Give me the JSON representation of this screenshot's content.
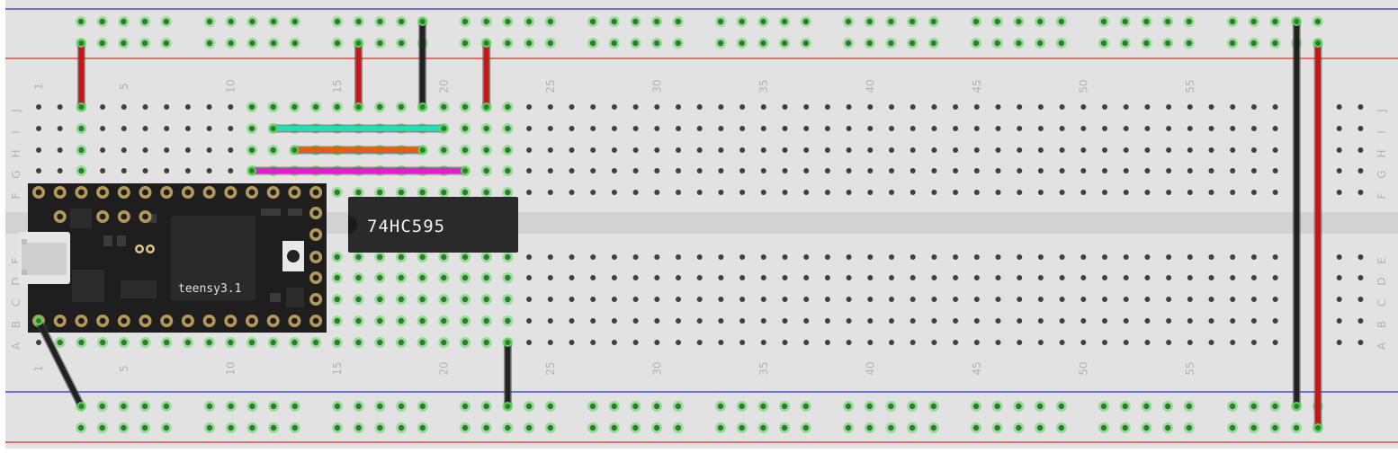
{
  "breadboard": {
    "columns": 63,
    "row_letters_top": [
      "J",
      "I",
      "H",
      "G",
      "F"
    ],
    "row_letters_bottom": [
      "E",
      "D",
      "C",
      "B",
      "A"
    ],
    "column_numbers": [
      "1",
      "5",
      "10",
      "15",
      "20",
      "25",
      "30",
      "35",
      "40",
      "45",
      "50",
      "55"
    ],
    "colors": {
      "board": "#e2e2e2",
      "hole": "#404040",
      "connected_glow": "#5fd35f",
      "rail_blue": "#2d2de6",
      "rail_red": "#e02c2c",
      "label": "#b4b4b4"
    }
  },
  "components": {
    "shift_register": {
      "label": "74HC595",
      "color": "#2a2a2a"
    },
    "teensy": {
      "label": "teensy3.1",
      "color": "#1e1e1e",
      "pad_color": "#b49a5a"
    }
  },
  "wires": [
    {
      "name": "wire-red-1",
      "color": "#c41818"
    },
    {
      "name": "wire-red-2",
      "color": "#c41818"
    },
    {
      "name": "wire-black-1",
      "color": "#222222"
    },
    {
      "name": "wire-red-3",
      "color": "#c41818"
    },
    {
      "name": "wire-cyan",
      "color": "#1fe0b0"
    },
    {
      "name": "wire-orange",
      "color": "#e06010"
    },
    {
      "name": "wire-magenta",
      "color": "#e020d0"
    },
    {
      "name": "wire-black-2",
      "color": "#222222"
    },
    {
      "name": "wire-black-3",
      "color": "#222222"
    },
    {
      "name": "wire-black-4",
      "color": "#222222"
    },
    {
      "name": "wire-red-4",
      "color": "#c41818"
    }
  ]
}
